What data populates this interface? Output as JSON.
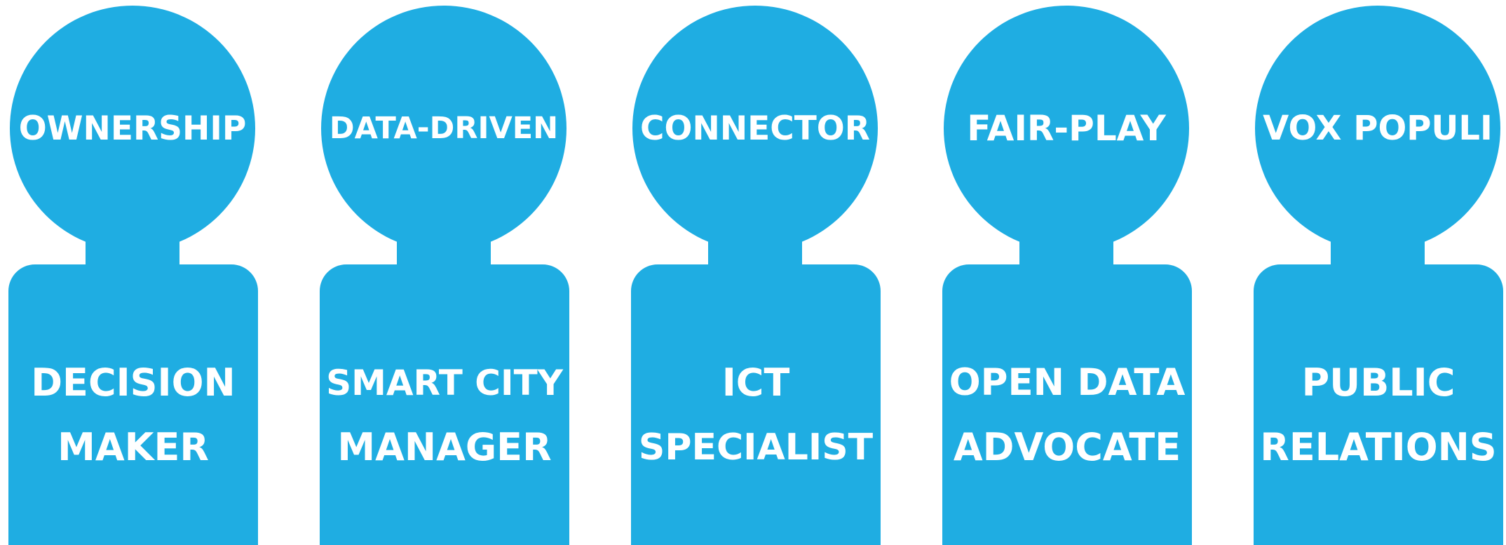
{
  "colors": {
    "figure_fill": "#1fade2",
    "text": "#ffffff",
    "background": "#ffffff"
  },
  "figures": [
    {
      "head": "OWNERSHIP",
      "body_line1": "DECISION",
      "body_line2": "MAKER"
    },
    {
      "head": "DATA-DRIVEN",
      "body_line1": "SMART CITY",
      "body_line2": "MANAGER"
    },
    {
      "head": "CONNECTOR",
      "body_line1": "ICT",
      "body_line2": "SPECIALIST"
    },
    {
      "head": "FAIR-PLAY",
      "body_line1": "OPEN DATA",
      "body_line2": "ADVOCATE"
    },
    {
      "head": "VOX POPULI",
      "body_line1": "PUBLIC",
      "body_line2": "RELATIONS"
    }
  ]
}
